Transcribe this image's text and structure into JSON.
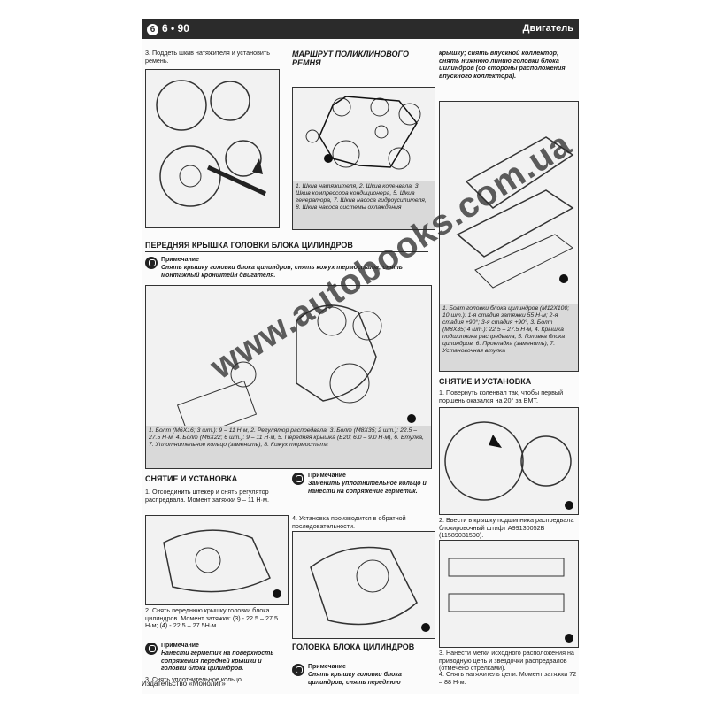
{
  "header": {
    "page_number": "6 • 90",
    "chapter": "Двигатель"
  },
  "left": {
    "step3_top": "3. Поддеть шкив натяжителя и установить ремень.",
    "section_title": "ПЕРЕДНЯЯ КРЫШКА ГОЛОВКИ БЛОКА ЦИЛИНДРОВ",
    "note1_title": "Примечание",
    "note1_text": "Снять крышку головки блока цилиндров; снять кожух термостата; снять монтажный кронштейн двигателя.",
    "fig_caption": "1. Болт (М6Х16; 3 шт.): 9 – 11 Н·м, 2. Регулятор распредвала, 3. Болт (М8Х35; 2 шт.): 22.5 – 27.5 Н·м, 4. Болт (М6Х22; 6 шт.): 9 – 11 Н·м, 5. Передняя крышка (Е20; 6.0 – 9.0 Н·м), 6. Втулка, 7. Уплотнительное кольцо (заменить), 8. Кожух термостата",
    "removal_title": "СНЯТИЕ И УСТАНОВКА",
    "step1": "1. Отсоединить штекер и снять регулятор распредвала. Момент затяжки 9 – 11 Н·м.",
    "step2": "2. Снять переднюю крышку головки блока цилиндров. Момент затяжки: (3) - 22.5 – 27.5 Н·м; (4) - 22.5 – 27.5Н·м.",
    "note2_title": "Примечание",
    "note2_text": "Нанести герметик на поверхность сопряжения передней крышки и головки блока цилиндров.",
    "step3": "3. Снять уплотнительное кольцо."
  },
  "middle": {
    "route_title": "МАРШРУТ ПОЛИКЛИНОВОГО РЕМНЯ",
    "route_caption": "1. Шкив натяжителя, 2. Шкив коленвала, 3. Шкив компрессора кондиционера, 5. Шкив генератора, 7. Шкив насоса гидроусилителя, 8. Шкив насоса системы охлаждения",
    "note3_title": "Примечание",
    "note3_text": "Заменить уплотнительное кольцо и нанести на сопряжение герметик.",
    "step4": "4. Установка производится в обратной последовательности.",
    "head_title": "ГОЛОВКА БЛОКА ЦИЛИНДРОВ",
    "note4_title": "Примечание",
    "note4_text": "Снять крышку головки блока цилиндров; снять переднюю"
  },
  "right": {
    "intro": "крышку; снять впускной коллектор; снять нижнюю линию головки блока цилиндров (со стороны расположения впускного коллектора).",
    "head_caption": "1. Болт головки блока цилиндров (М12Х100; 10 шт.): 1-я стадия затяжки 55 Н·м; 2-я стадия +90°; 3-я стадия +90°, 3. Болт (М8Х35; 4 шт.): 22.5 – 27.5 Н·м, 4. Крышка подшипника распредвала, 5. Головка блока цилиндров, 6. Прокладка (заменить), 7. Установочная втулка",
    "removal_title": "СНЯТИЕ И УСТАНОВКА",
    "step1": "1. Повернуть коленвал так, чтобы первый поршень оказался на 20° за ВМТ.",
    "step2": "2. Ввести в крышку подшипника распредвала блокировочный штифт А99130052В (11589031500).",
    "step3": "3. Нанести метки исходного расположения на приводную цепь и звездочки распредвалов (отмечено стрелками).",
    "step4": "4. Снять натяжитель цепи. Момент затяжки 72 – 88 Н·м."
  },
  "watermark": "www.autobooks.com.ua",
  "footer": "Издательство «Монолит»"
}
